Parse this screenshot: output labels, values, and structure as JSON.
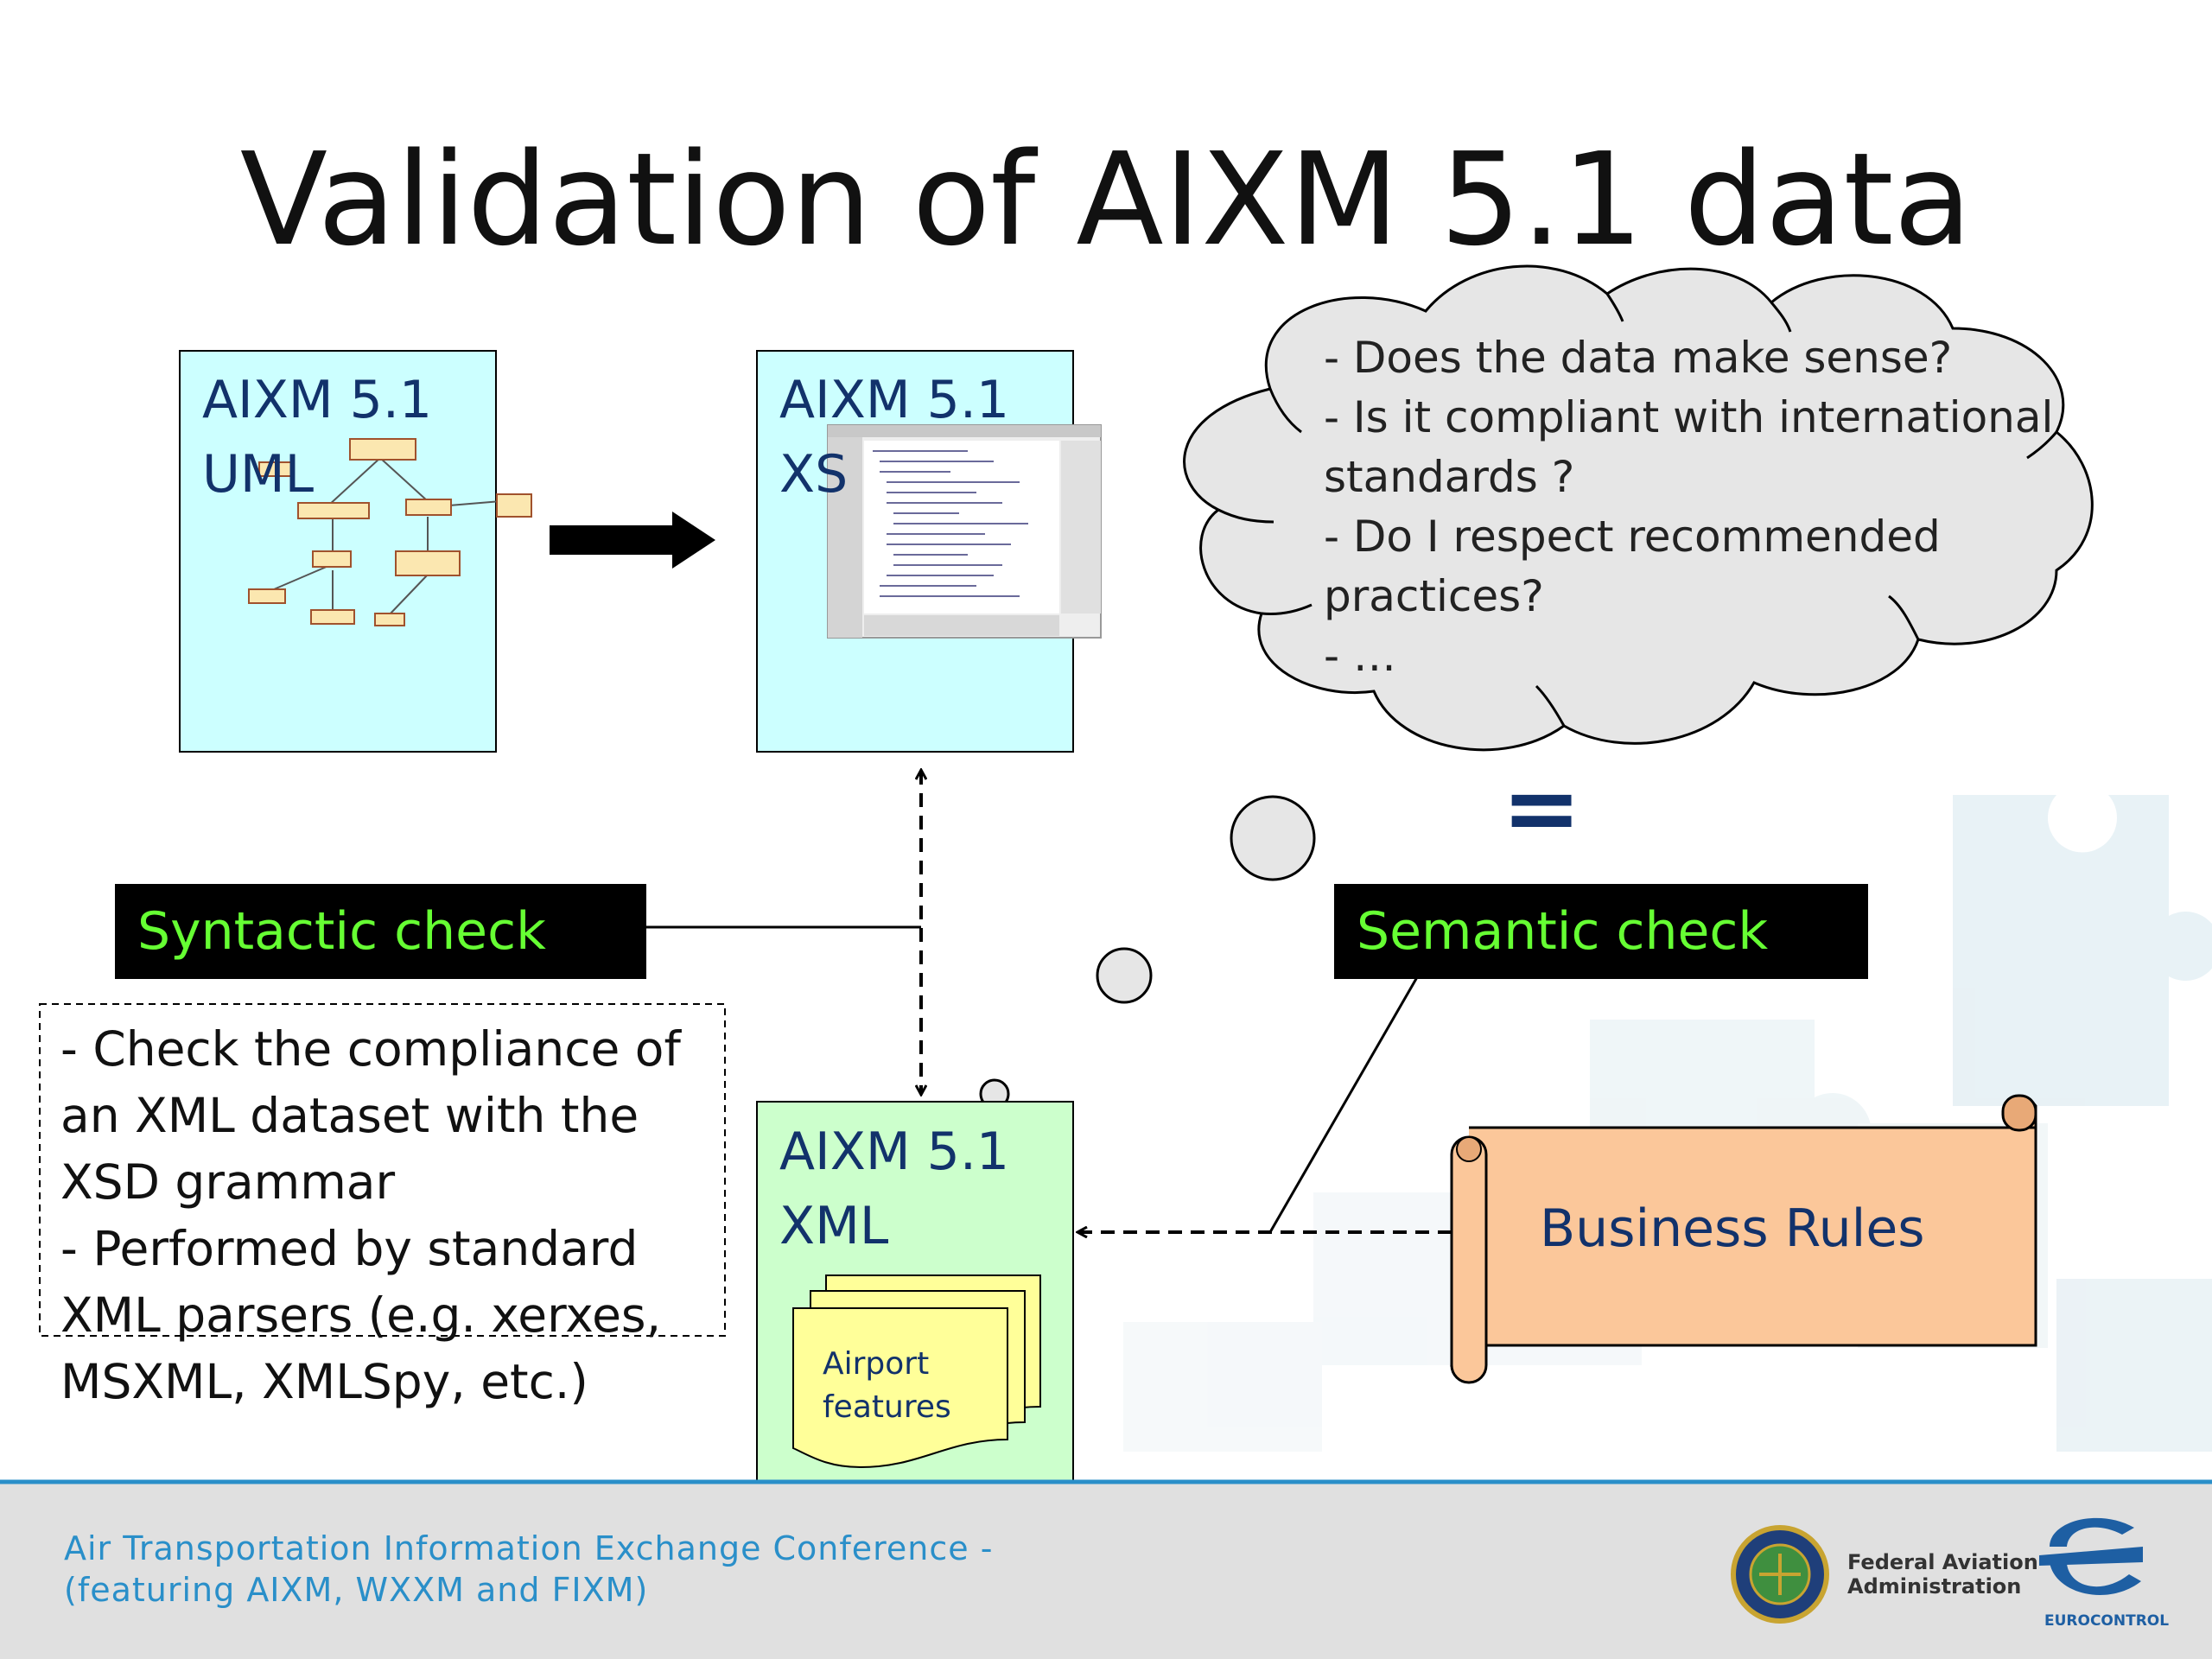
{
  "title": "Validation of AIXM 5.1 data",
  "boxes": {
    "uml": {
      "line1": "AIXM 5.1",
      "line2": "UML"
    },
    "xsd": {
      "line1": "AIXM 5.1",
      "line2": "XS"
    },
    "xml": {
      "line1": "AIXM 5.1",
      "line2": "XML"
    }
  },
  "stack_label": {
    "line1": "Airport",
    "line2": "features"
  },
  "syntactic": {
    "label": "Syntactic check",
    "bullets": [
      "- Check the compliance of",
      "an XML dataset with the",
      "XSD grammar",
      "- Performed by standard",
      "XML parsers (e.g. xerxes,",
      "MSXML, XMLSpy, etc.)"
    ]
  },
  "semantic": {
    "label": "Semantic check",
    "equals": "="
  },
  "cloud": {
    "lines": [
      "- Does the data make sense?",
      "- Is it compliant with international",
      "standards ?",
      "- Do I respect recommended",
      "practices?",
      "- …"
    ]
  },
  "business_rules": "Business Rules",
  "footer": {
    "conference_line1": "Air Transportation Information Exchange Conference -",
    "conference_line2": "(featuring AIXM, WXXM and FIXM)",
    "faa_line1": "Federal Aviation",
    "faa_line2": "Administration",
    "eurocontrol": "EUROCONTROL"
  },
  "colors": {
    "light_cyan_box": "#ccffff",
    "light_green_box": "#ccffcc",
    "check_label_bg": "#000000",
    "check_label_text": "#66ff33",
    "scroll_fill": "#fbc79a",
    "cloud_fill": "#e6e6e6",
    "footer_bg": "#e0e0e0",
    "footer_text": "#2a8fc9",
    "stack_fill": "#ffff99"
  }
}
